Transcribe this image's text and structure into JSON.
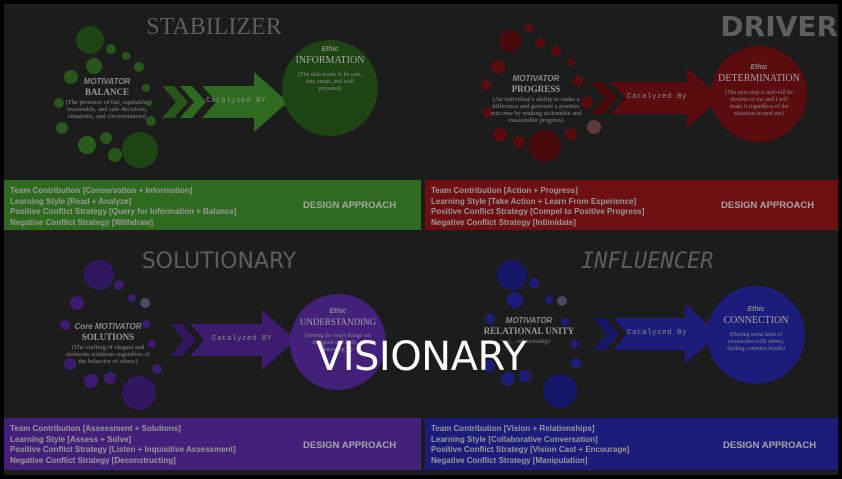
{
  "slide_title": "VISIONARY",
  "colors": {
    "green": "#2f6b1f",
    "red": "#6e0f12",
    "purple": "#43207a",
    "blue": "#1c1c7a",
    "background": "#1c1c1c"
  },
  "quadrants": [
    {
      "title": "STABILIZER",
      "motivator_label": "MOTIVATOR",
      "motivator_name": "BALANCE",
      "motivator_desc": "(The presence of fair, equitable, reasonable, and safe decisions, situations, and circumstances)",
      "catalyst": "Catalyzed BY",
      "ethic_label": "Ethic",
      "ethic_name": "INFORMATION",
      "ethic_desc": "(The data needs to be safe, fair, smart, and well prepared)",
      "lines": [
        "Team Contribution [Conservation + Information]",
        "Learning Style [Read + Analyze]",
        "Positive Conflict Strategy [Query for Information + Balance]",
        "Negative Conflict Strategy [Withdraw]"
      ],
      "approach": "DESIGN APPROACH"
    },
    {
      "title": "DRIVER",
      "motivator_label": "MOTIVATOR",
      "motivator_name": "PROGRESS",
      "motivator_desc": "(An individual's ability to make a difference and generate a positive outcome by making actionable and measurable progress)",
      "catalyst": "Catalyzed By",
      "ethic_label": "Ethic",
      "ethic_name": "DETERMINATION",
      "ethic_desc": "(The next step is and will be obvious to me and I will make it regardless of the situation around me)",
      "lines": [
        "Team Contribution [Action + Progress]",
        "Learning Style [Take Action + Learn From Experience]",
        "Positive Conflict Strategy [Compel to Positive Progress]",
        "Negative Conflict Strategy [Intimidate]"
      ],
      "approach": "DESIGN APPROACH"
    },
    {
      "title": "SOLUTIONARY",
      "motivator_label": "Core MOTIVATOR",
      "motivator_name": "SOLUTIONS",
      "motivator_desc": "(The crafting of elegant and elaborate solutions regardless of the behavior of others)",
      "catalyst": "Catalyzed BY",
      "ethic_label": "Ethic",
      "ethic_name": "UNDERSTANDING",
      "ethic_desc": "(Seeing the ways things are designed and built, ... knowing ...)",
      "lines": [
        "Team Contribution [Assessment + Solutions]",
        "Learning Style [Assess + Solve]",
        "Positive Conflict Strategy [Listen + Inquisitive Assessment]",
        "Negative Conflict Strategy [Deconstructing]"
      ],
      "approach": "DESIGN APPROACH"
    },
    {
      "title": "INFLUENCER",
      "motivator_label": "MOTIVATOR",
      "motivator_name": "RELATIONAL UNITY",
      "motivator_desc": "(... relationship)",
      "catalyst": "Catalyzed By",
      "ethic_label": "Ethic",
      "ethic_name": "CONNECTION",
      "ethic_desc": "(Having some kind of connection with others; finding common bonds)",
      "lines": [
        "Team Contribution [Vision + Relationships]",
        "Learning Style [Collaborative Conversation]",
        "Positive Conflict Strategy [Vision Cast + Encourage]",
        "Negative Conflict Strategy [Manipulation]"
      ],
      "approach": "DESIGN APPROACH"
    }
  ]
}
